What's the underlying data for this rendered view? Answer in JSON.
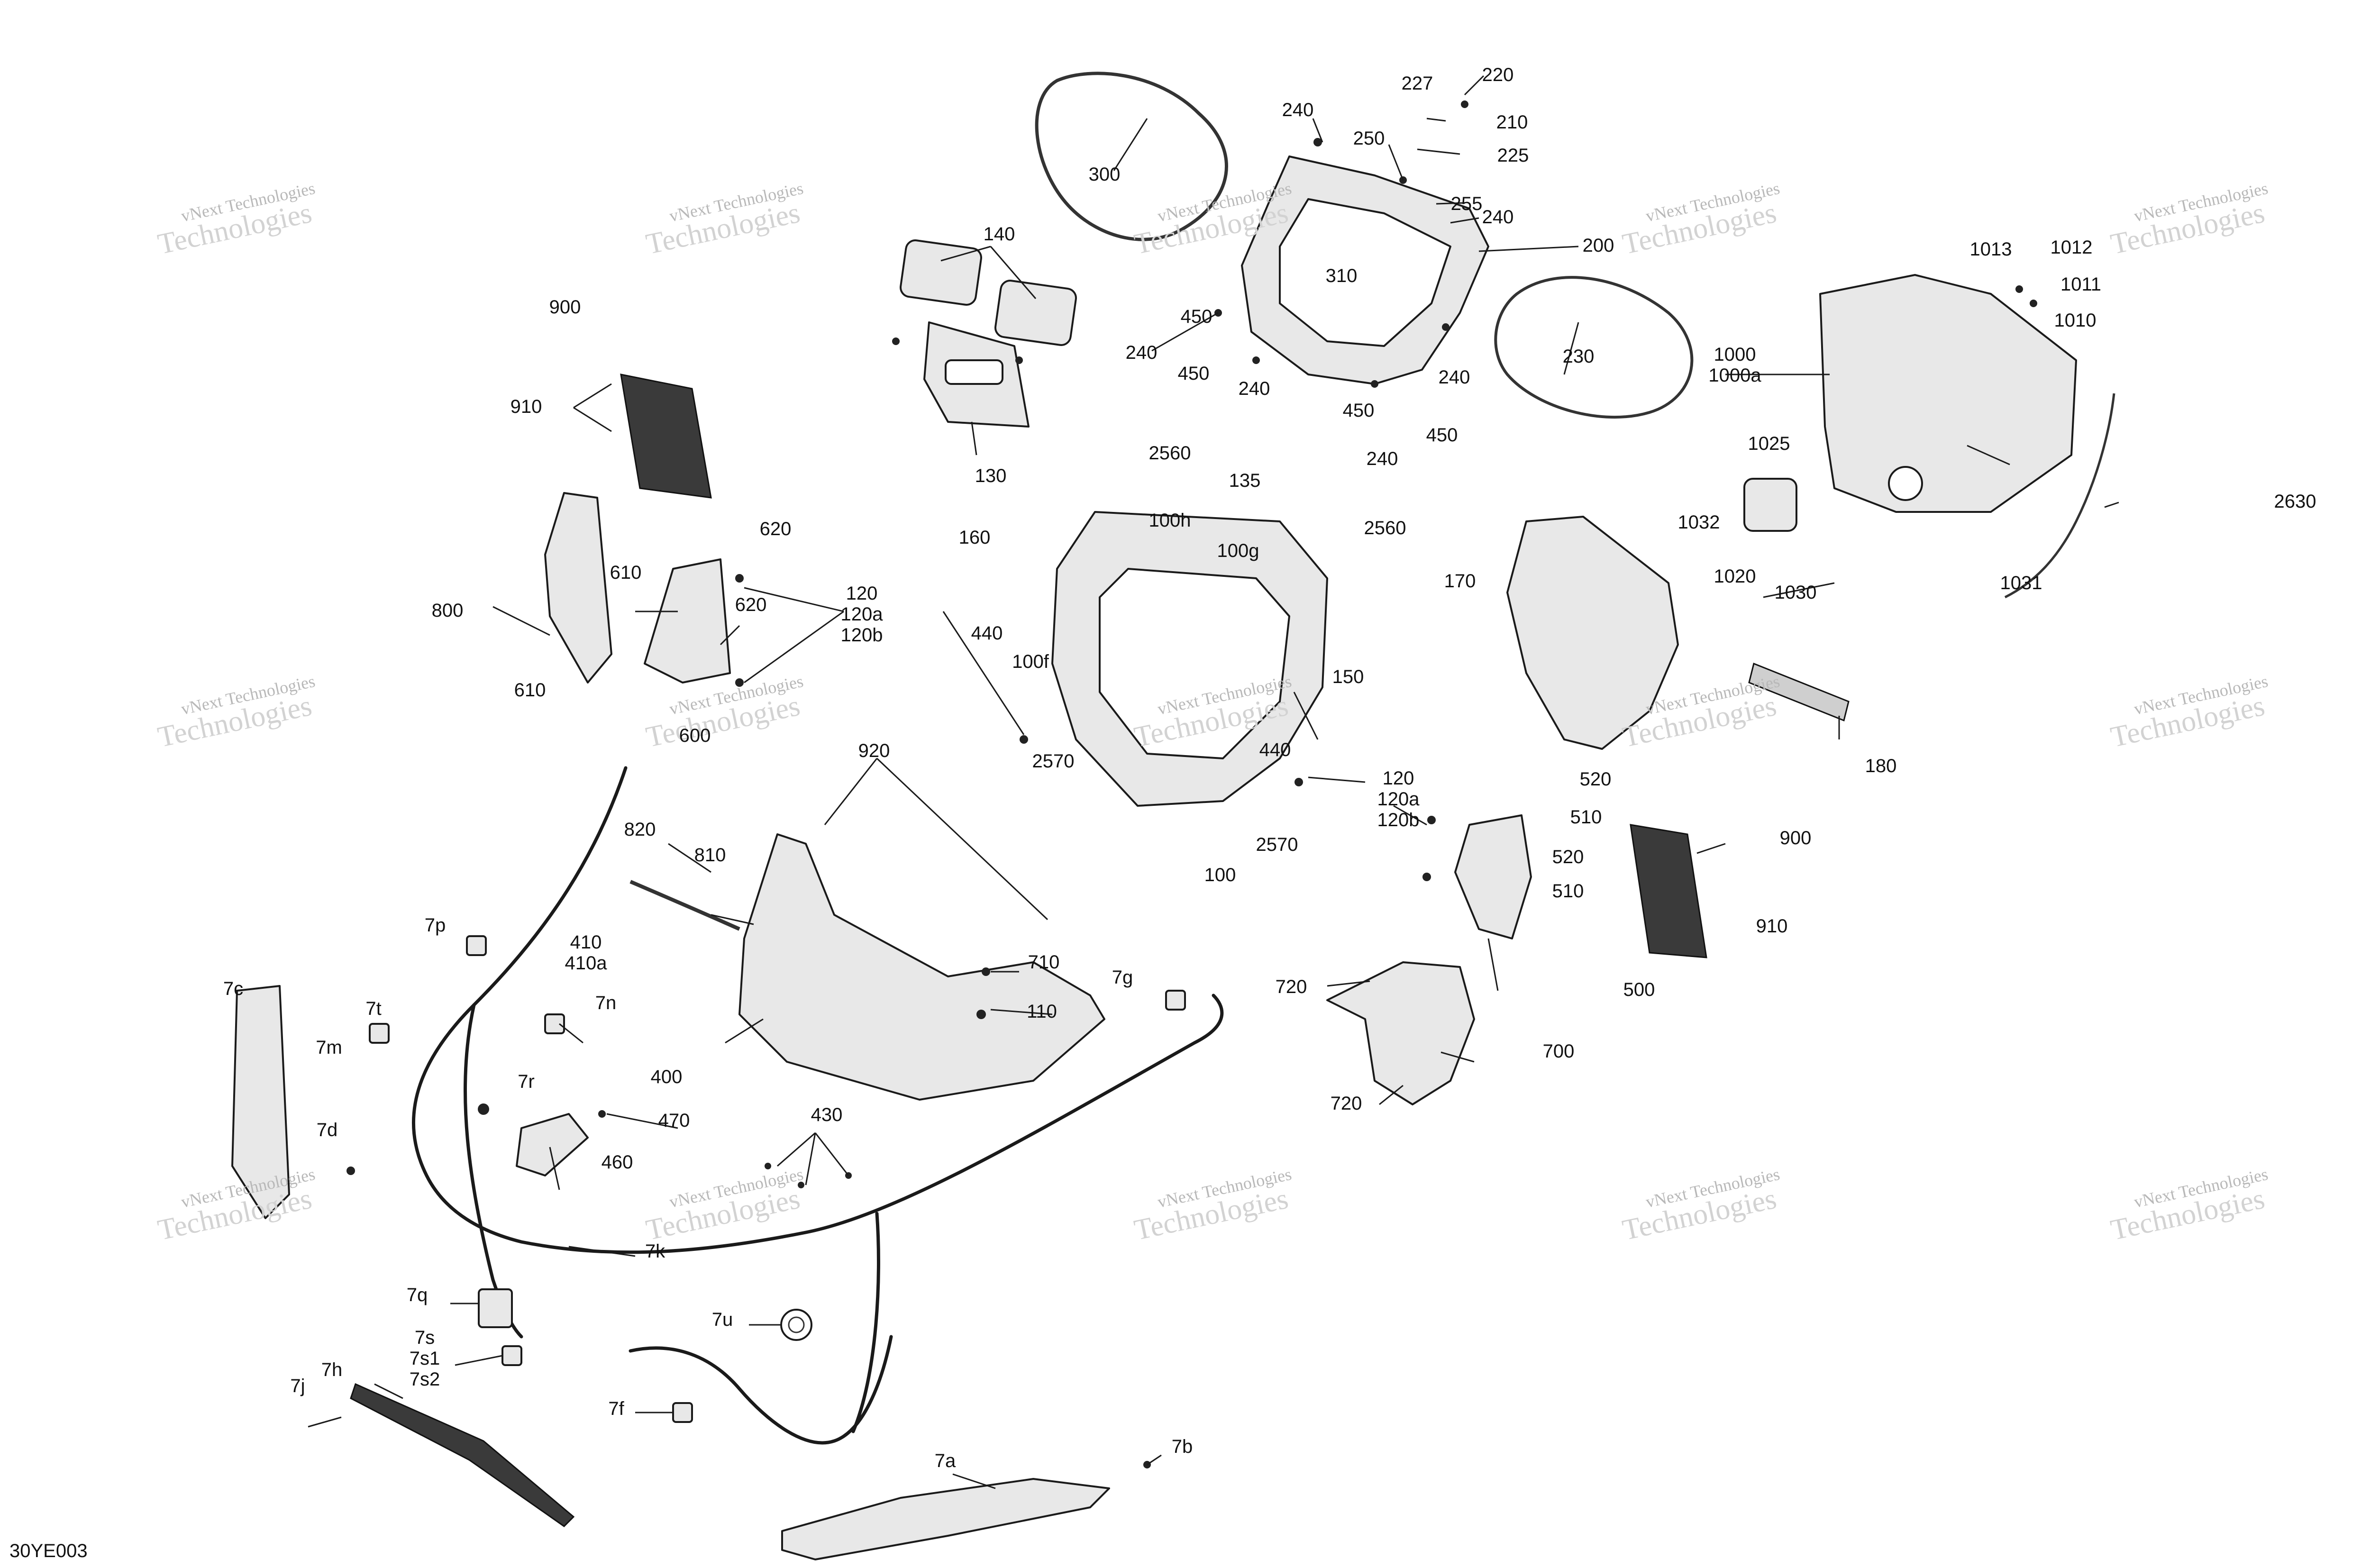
{
  "watermark": {
    "line1": "vNext Technologies",
    "line2": "Technologies"
  },
  "drawing_code": "30YE003",
  "callouts": [
    {
      "id": "300",
      "lines": [
        "300"
      ]
    },
    {
      "id": "240-top",
      "lines": [
        "240"
      ]
    },
    {
      "id": "227",
      "lines": [
        "227"
      ]
    },
    {
      "id": "220",
      "lines": [
        "220"
      ]
    },
    {
      "id": "210",
      "lines": [
        "210"
      ]
    },
    {
      "id": "225",
      "lines": [
        "225"
      ]
    },
    {
      "id": "250",
      "lines": [
        "250"
      ]
    },
    {
      "id": "255",
      "lines": [
        "255"
      ]
    },
    {
      "id": "240-right",
      "lines": [
        "240"
      ]
    },
    {
      "id": "200",
      "lines": [
        "200"
      ]
    },
    {
      "id": "140",
      "lines": [
        "140"
      ]
    },
    {
      "id": "310",
      "lines": [
        "310"
      ]
    },
    {
      "id": "450-a",
      "lines": [
        "450"
      ]
    },
    {
      "id": "240-left",
      "lines": [
        "240"
      ]
    },
    {
      "id": "450-b",
      "lines": [
        "450"
      ]
    },
    {
      "id": "230",
      "lines": [
        "230"
      ]
    },
    {
      "id": "240-c",
      "lines": [
        "240"
      ]
    },
    {
      "id": "450-c",
      "lines": [
        "450"
      ]
    },
    {
      "id": "240-d",
      "lines": [
        "240"
      ]
    },
    {
      "id": "240-e",
      "lines": [
        "240"
      ]
    },
    {
      "id": "450-d",
      "lines": [
        "450"
      ]
    },
    {
      "id": "900-left",
      "lines": [
        "900"
      ]
    },
    {
      "id": "910-left",
      "lines": [
        "910"
      ]
    },
    {
      "id": "130",
      "lines": [
        "130"
      ]
    },
    {
      "id": "1013",
      "lines": [
        "1013"
      ]
    },
    {
      "id": "1012",
      "lines": [
        "1012"
      ]
    },
    {
      "id": "1011",
      "lines": [
        "1011"
      ]
    },
    {
      "id": "1010",
      "lines": [
        "1010"
      ]
    },
    {
      "id": "1000",
      "lines": [
        "1000",
        "1000a"
      ]
    },
    {
      "id": "2560-top",
      "lines": [
        "2560"
      ]
    },
    {
      "id": "135",
      "lines": [
        "135"
      ]
    },
    {
      "id": "1025",
      "lines": [
        "1025"
      ]
    },
    {
      "id": "2630",
      "lines": [
        "2630"
      ]
    },
    {
      "id": "620-top",
      "lines": [
        "620"
      ]
    },
    {
      "id": "100h",
      "lines": [
        "100h"
      ]
    },
    {
      "id": "100g",
      "lines": [
        "100g"
      ]
    },
    {
      "id": "2560-right",
      "lines": [
        "2560"
      ]
    },
    {
      "id": "1032",
      "lines": [
        "1032"
      ]
    },
    {
      "id": "1020",
      "lines": [
        "1020"
      ]
    },
    {
      "id": "1030",
      "lines": [
        "1030"
      ]
    },
    {
      "id": "1031",
      "lines": [
        "1031"
      ]
    },
    {
      "id": "160",
      "lines": [
        "160"
      ]
    },
    {
      "id": "610-top",
      "lines": [
        "610"
      ]
    },
    {
      "id": "170",
      "lines": [
        "170"
      ]
    },
    {
      "id": "800",
      "lines": [
        "800"
      ]
    },
    {
      "id": "620-mid",
      "lines": [
        "620"
      ]
    },
    {
      "id": "120-left",
      "lines": [
        "120",
        "120a",
        "120b"
      ]
    },
    {
      "id": "440-top",
      "lines": [
        "440"
      ]
    },
    {
      "id": "100f",
      "lines": [
        "100f"
      ]
    },
    {
      "id": "610-bottom",
      "lines": [
        "610"
      ]
    },
    {
      "id": "600",
      "lines": [
        "600"
      ]
    },
    {
      "id": "150",
      "lines": [
        "150"
      ]
    },
    {
      "id": "2570-left",
      "lines": [
        "2570"
      ]
    },
    {
      "id": "440-bottom",
      "lines": [
        "440"
      ]
    },
    {
      "id": "180",
      "lines": [
        "180"
      ]
    },
    {
      "id": "920",
      "lines": [
        "920"
      ]
    },
    {
      "id": "120-right",
      "lines": [
        "120",
        "120a",
        "120b"
      ]
    },
    {
      "id": "520-top",
      "lines": [
        "520"
      ]
    },
    {
      "id": "2570-bottom",
      "lines": [
        "2570"
      ]
    },
    {
      "id": "510-top",
      "lines": [
        "510"
      ]
    },
    {
      "id": "900-right",
      "lines": [
        "900"
      ]
    },
    {
      "id": "820",
      "lines": [
        "820"
      ]
    },
    {
      "id": "810",
      "lines": [
        "810"
      ]
    },
    {
      "id": "100",
      "lines": [
        "100"
      ]
    },
    {
      "id": "520-bottom",
      "lines": [
        "520"
      ]
    },
    {
      "id": "510-bottom",
      "lines": [
        "510"
      ]
    },
    {
      "id": "910-right",
      "lines": [
        "910"
      ]
    },
    {
      "id": "7p",
      "lines": [
        "7p"
      ]
    },
    {
      "id": "410",
      "lines": [
        "410",
        "410a"
      ]
    },
    {
      "id": "710",
      "lines": [
        "710"
      ]
    },
    {
      "id": "7g",
      "lines": [
        "7g"
      ]
    },
    {
      "id": "500",
      "lines": [
        "500"
      ]
    },
    {
      "id": "720-top",
      "lines": [
        "720"
      ]
    },
    {
      "id": "7c",
      "lines": [
        "7c"
      ]
    },
    {
      "id": "7n",
      "lines": [
        "7n"
      ]
    },
    {
      "id": "110",
      "lines": [
        "110"
      ]
    },
    {
      "id": "7t",
      "lines": [
        "7t"
      ]
    },
    {
      "id": "7m",
      "lines": [
        "7m"
      ]
    },
    {
      "id": "700",
      "lines": [
        "700"
      ]
    },
    {
      "id": "400",
      "lines": [
        "400"
      ]
    },
    {
      "id": "7r",
      "lines": [
        "7r"
      ]
    },
    {
      "id": "720-bottom",
      "lines": [
        "720"
      ]
    },
    {
      "id": "470",
      "lines": [
        "470"
      ]
    },
    {
      "id": "7d",
      "lines": [
        "7d"
      ]
    },
    {
      "id": "430",
      "lines": [
        "430"
      ]
    },
    {
      "id": "460",
      "lines": [
        "460"
      ]
    },
    {
      "id": "7k",
      "lines": [
        "7k"
      ]
    },
    {
      "id": "7q",
      "lines": [
        "7q"
      ]
    },
    {
      "id": "7u",
      "lines": [
        "7u"
      ]
    },
    {
      "id": "7s",
      "lines": [
        "7s",
        "7s1",
        "7s2"
      ]
    },
    {
      "id": "7h",
      "lines": [
        "7h"
      ]
    },
    {
      "id": "7j",
      "lines": [
        "7j"
      ]
    },
    {
      "id": "7f",
      "lines": [
        "7f"
      ]
    },
    {
      "id": "7a",
      "lines": [
        "7a"
      ]
    },
    {
      "id": "7b",
      "lines": [
        "7b"
      ]
    }
  ]
}
